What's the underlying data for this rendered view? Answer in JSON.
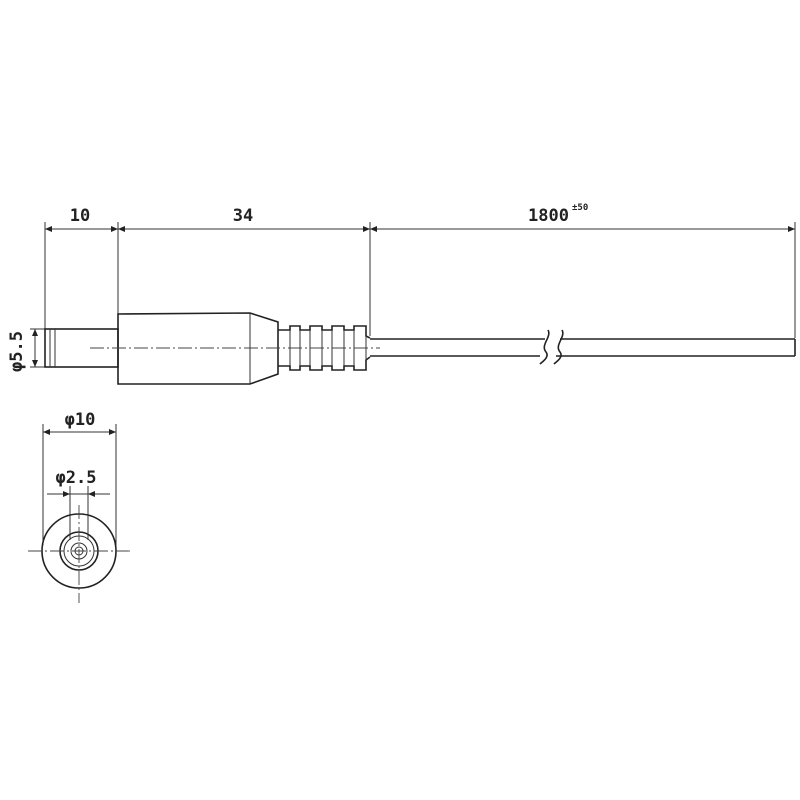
{
  "dimensions": {
    "tip_length": "10",
    "body_length": "34",
    "cable_length": "1800",
    "cable_tolerance": "±50",
    "tip_diameter": "φ5.5",
    "outer_diameter": "φ10",
    "inner_diameter": "φ2.5"
  },
  "colors": {
    "line": "#222222",
    "background": "#ffffff"
  }
}
